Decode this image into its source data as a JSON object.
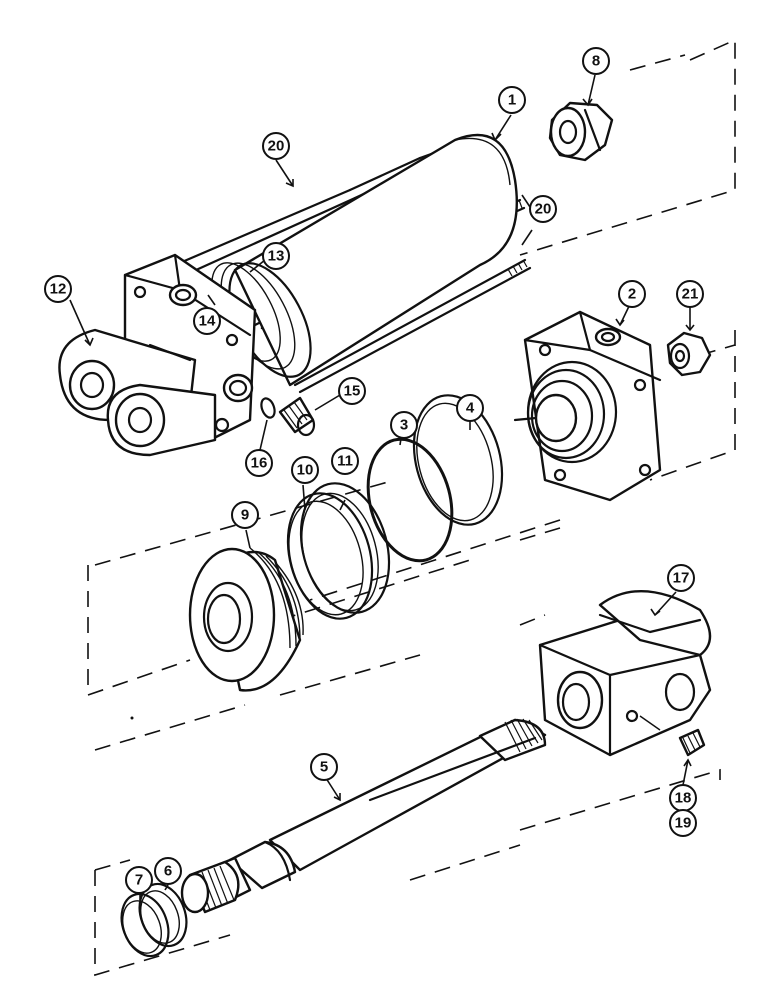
{
  "callouts": [
    {
      "label": "1"
    },
    {
      "label": "2"
    },
    {
      "label": "3"
    },
    {
      "label": "4"
    },
    {
      "label": "5"
    },
    {
      "label": "6"
    },
    {
      "label": "7"
    },
    {
      "label": "8"
    },
    {
      "label": "9"
    },
    {
      "label": "10"
    },
    {
      "label": "11"
    },
    {
      "label": "12"
    },
    {
      "label": "13"
    },
    {
      "label": "14"
    },
    {
      "label": "15"
    },
    {
      "label": "16"
    },
    {
      "label": "17"
    },
    {
      "label": "18"
    },
    {
      "label": "19"
    },
    {
      "label": "20"
    },
    {
      "label": "20"
    },
    {
      "label": "21"
    }
  ]
}
